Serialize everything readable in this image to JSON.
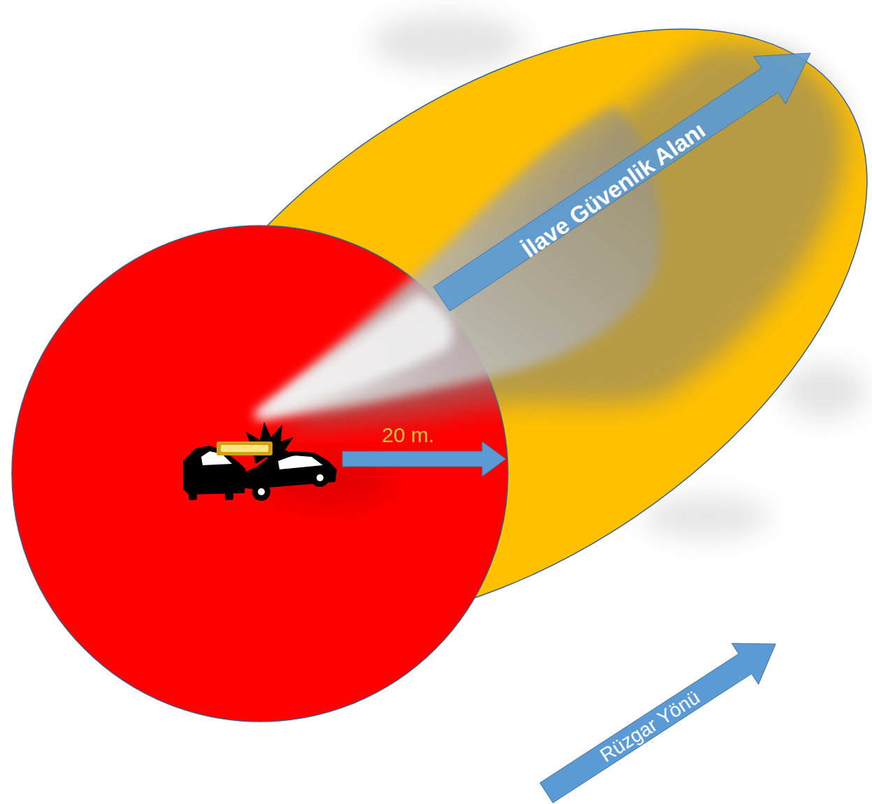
{
  "diagram": {
    "labels": [
      "İlave Güvenlik Alanı",
      "20 m.",
      "Rüzgar Yönü"
    ]
  }
}
